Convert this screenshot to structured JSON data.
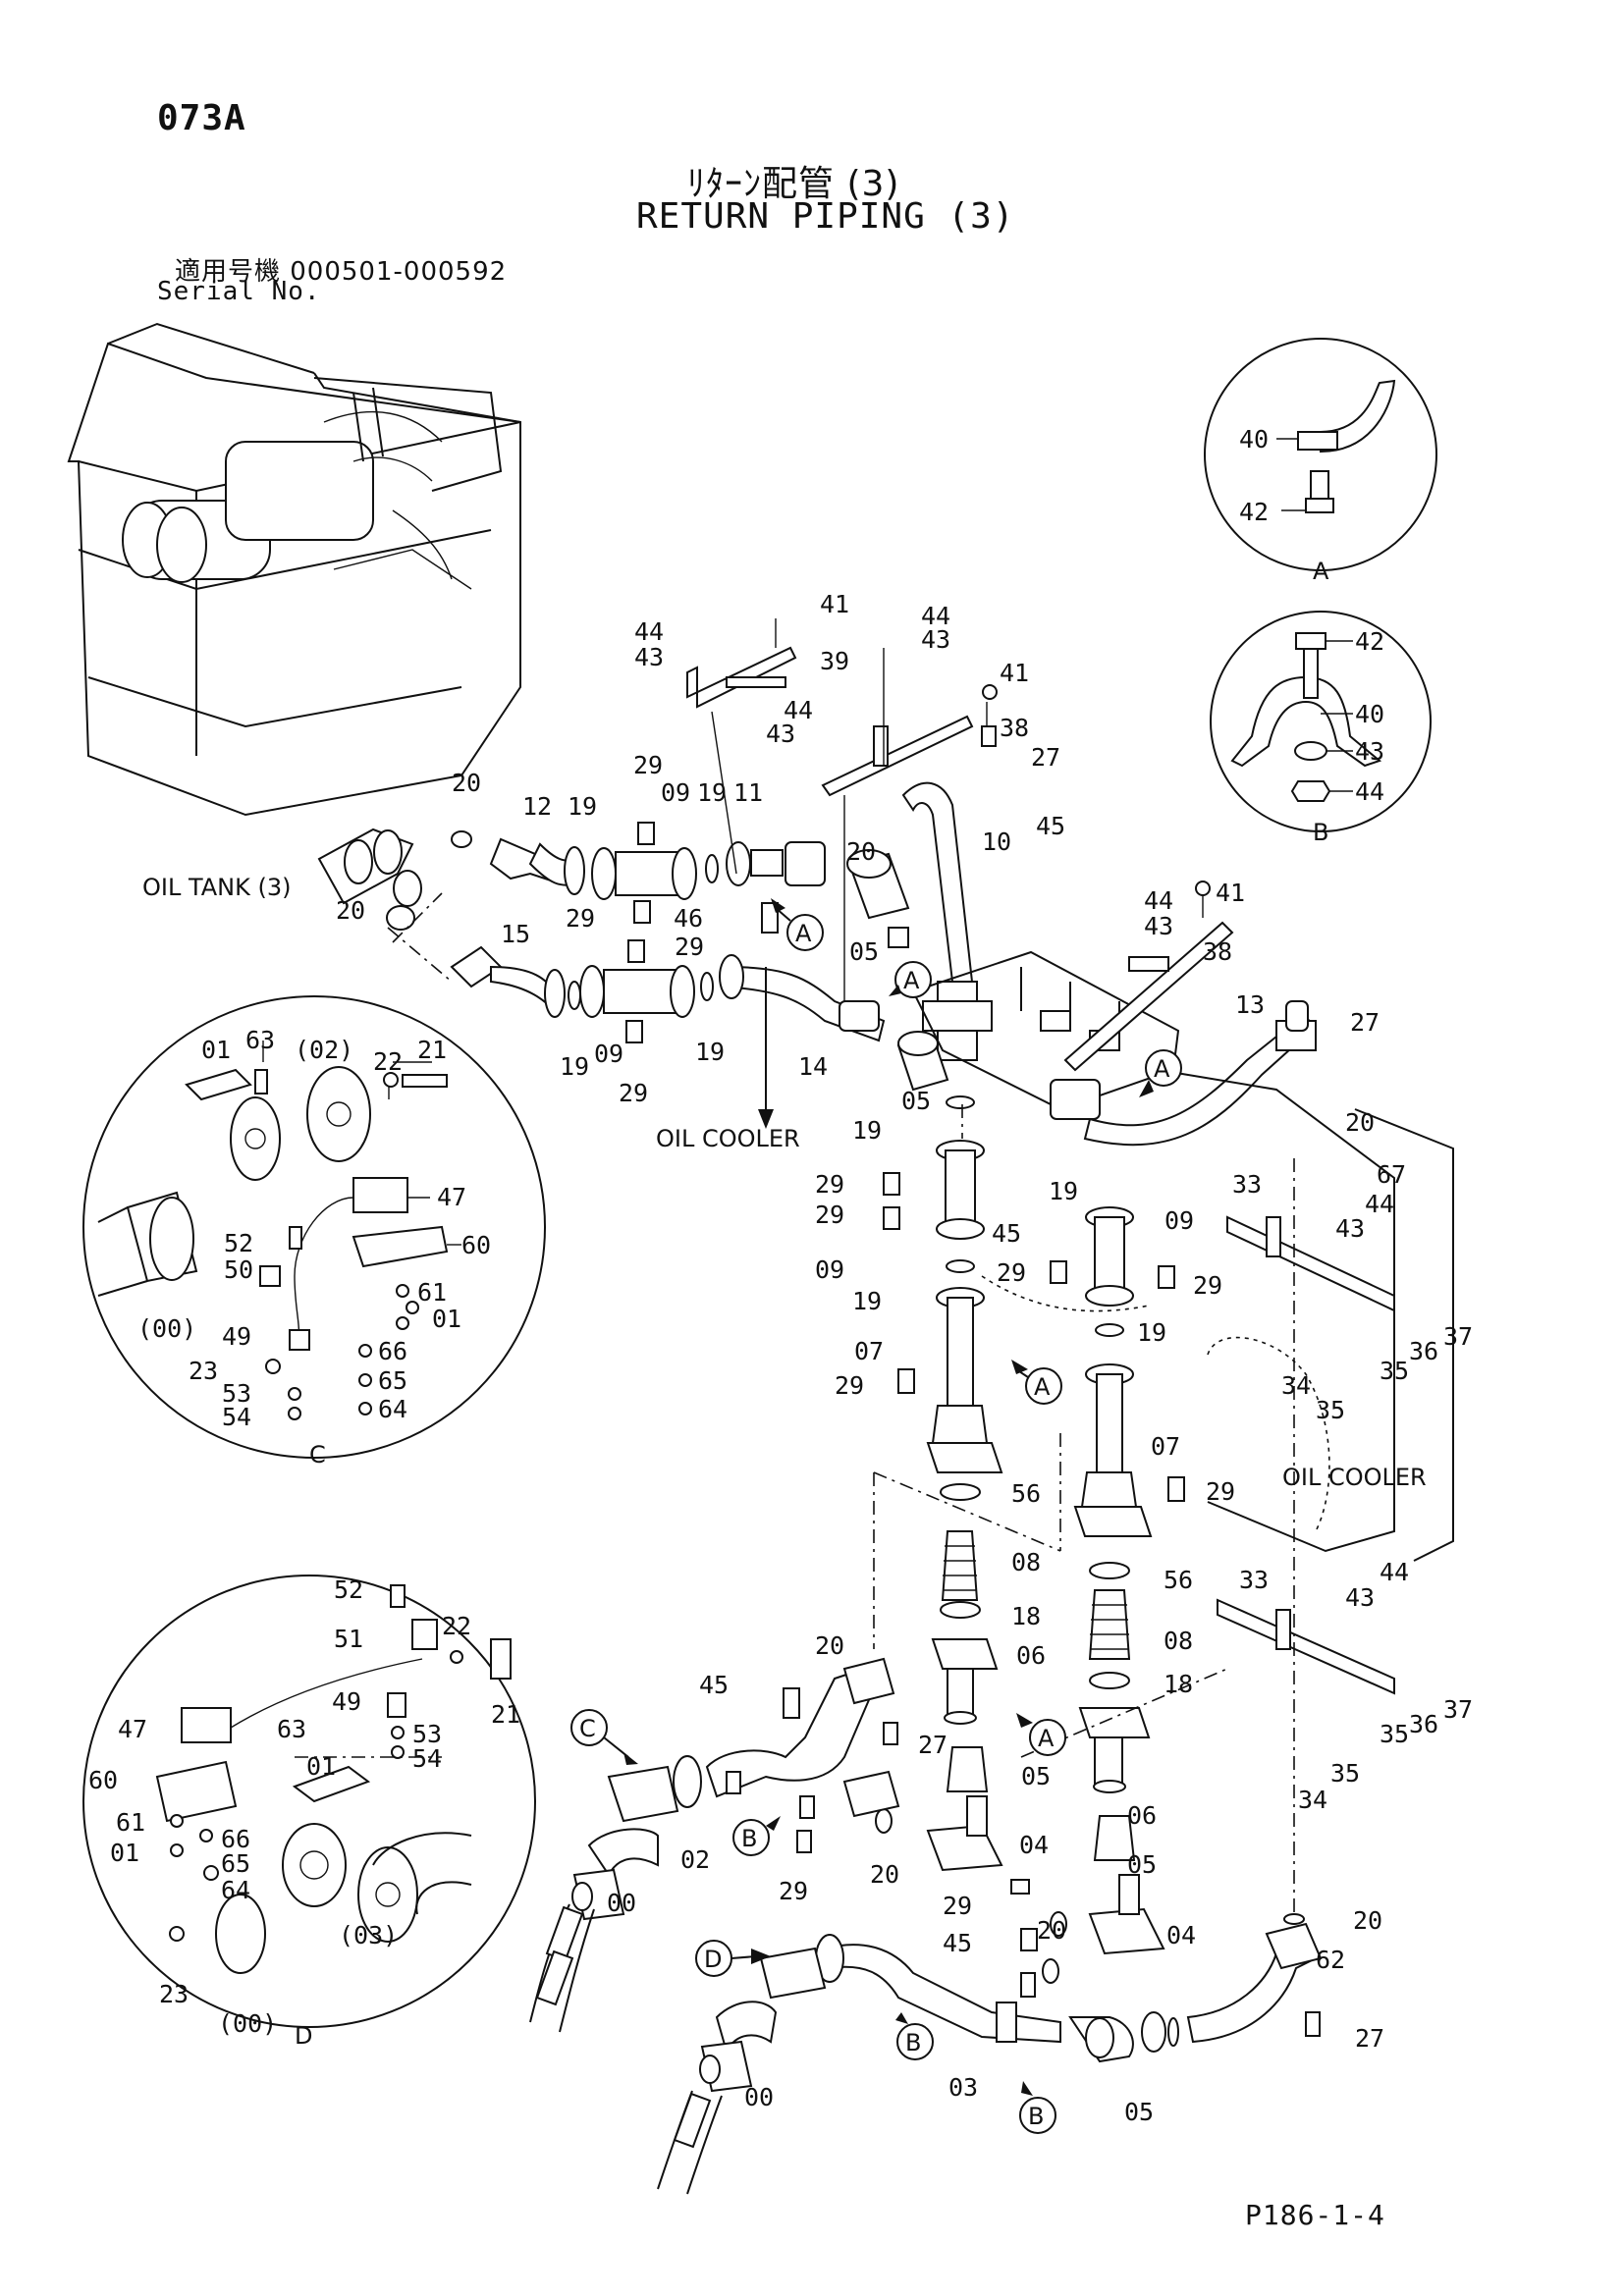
{
  "page_id": "073A",
  "title_jp": "ﾘﾀｰﾝ配管 (3)",
  "title_en": "RETURN PIPING (3)",
  "serial_jp": "適用号機 000501-000592",
  "serial_en": "Serial No.",
  "footer_code": "P186-1-4",
  "labels": {
    "oil_tank": "OIL TANK (3)",
    "oil_cooler_1": "OIL COOLER",
    "oil_cooler_2": "OIL COOLER"
  },
  "detail_views": {
    "A": "A",
    "B": "B",
    "C": "C",
    "D": "D"
  },
  "part_numbers": {
    "p00": "00",
    "p01": "01",
    "p02": "(02)",
    "p02b": "02",
    "p03": "(03)",
    "p03b": "03",
    "p04": "04",
    "p05": "05",
    "p06": "06",
    "p07": "07",
    "p08": "08",
    "p09": "09",
    "p10": "10",
    "p11": "11",
    "p12": "12",
    "p13": "13",
    "p14": "14",
    "p15": "15",
    "p18": "18",
    "p19": "19",
    "p20": "20",
    "p21": "21",
    "p22": "22",
    "p23": "23",
    "p27": "27",
    "p29": "29",
    "p33": "33",
    "p34": "34",
    "p35": "35",
    "p36": "36",
    "p37": "37",
    "p38": "38",
    "p39": "39",
    "p40": "40",
    "p41": "41",
    "p42": "42",
    "p43": "43",
    "p44": "44",
    "p45": "45",
    "p46": "46",
    "p47": "47",
    "p49": "49",
    "p50": "50",
    "p51": "51",
    "p52": "52",
    "p53": "53",
    "p54": "54",
    "p56": "56",
    "p60": "60",
    "p61": "61",
    "p62": "62",
    "p63": "63",
    "p64": "64",
    "p65": "65",
    "p66": "66",
    "p67": "67",
    "p00p": "(00)"
  }
}
